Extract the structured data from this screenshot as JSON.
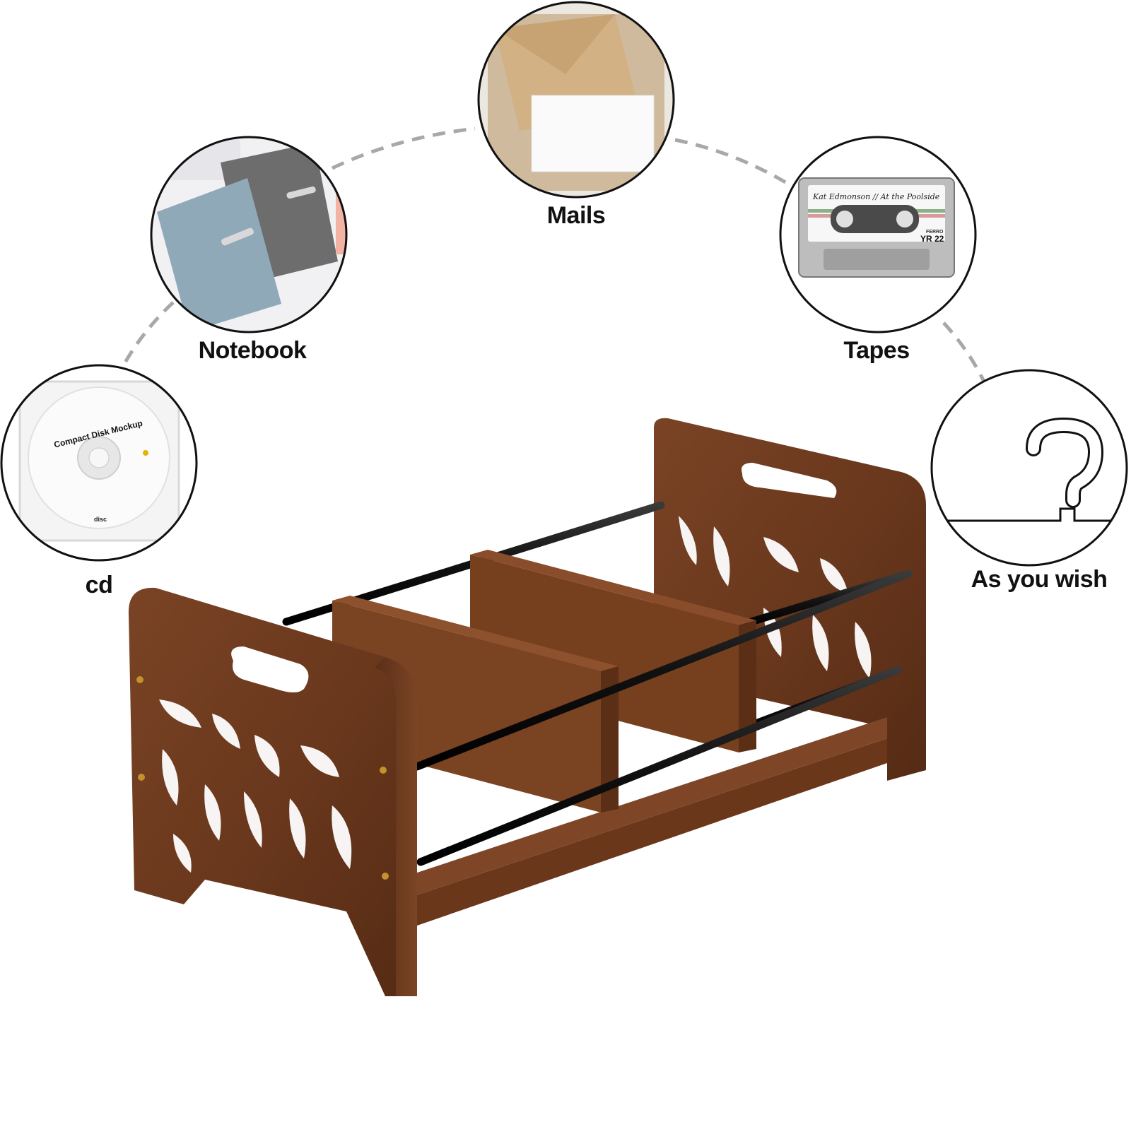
{
  "items": [
    {
      "id": "mails",
      "label": "Mails",
      "icon": "envelope-icon"
    },
    {
      "id": "notebook",
      "label": "Notebook",
      "icon": "notebook-icon"
    },
    {
      "id": "tapes",
      "label": "Tapes",
      "icon": "cassette-tape-icon"
    },
    {
      "id": "cd",
      "label": "cd",
      "icon": "compact-disc-icon"
    },
    {
      "id": "wish",
      "label": "As you wish",
      "icon": "question-mark-icon"
    }
  ],
  "cd": {
    "disc_title": "Compact Disk Mockup",
    "disc_mark": "disc"
  },
  "tape": {
    "handwritten_title": "Kat Edmonson // At the Poolside",
    "brand": "FERRO",
    "model": "YR 22"
  },
  "colors": {
    "wood": "#6e3a1f",
    "wood_dark": "#4a2412",
    "rod": "#151515",
    "outline": "#111111",
    "dash": "#a8a8a8"
  }
}
